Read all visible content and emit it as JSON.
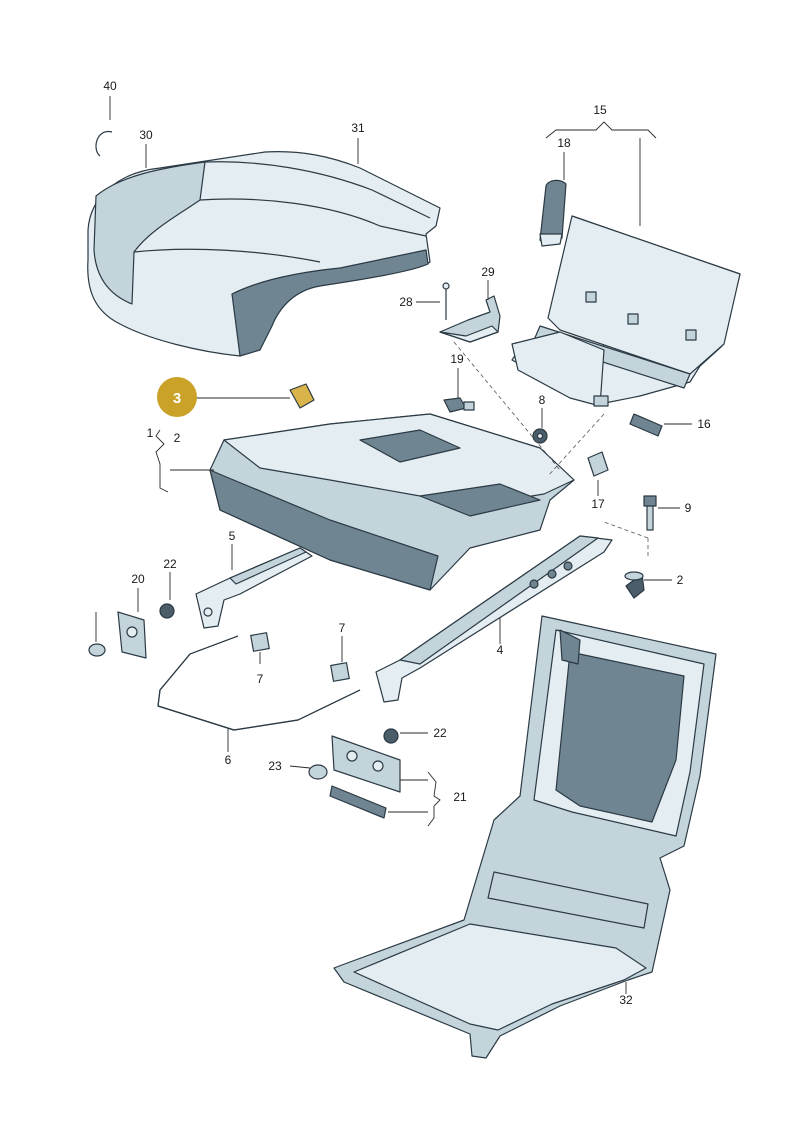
{
  "diagram": {
    "highlighted_part": "3",
    "callouts": {
      "c1": "1",
      "c2a": "2",
      "c2b": "2",
      "c3": "3",
      "c4": "4",
      "c5": "5",
      "c6": "6",
      "c7a": "7",
      "c7b": "7",
      "c8": "8",
      "c9": "9",
      "c15": "15",
      "c16": "16",
      "c17": "17",
      "c18": "18",
      "c19": "19",
      "c20": "20",
      "c21": "21",
      "c22a": "22",
      "c22b": "22",
      "c23": "23",
      "c28": "28",
      "c29": "29",
      "c30": "30",
      "c31": "31",
      "c32": "32",
      "c40": "40"
    },
    "colors": {
      "highlight": "#c9a227",
      "part_fill_light": "#e4edf1",
      "part_fill_mid": "#c4d4db",
      "part_fill_dark": "#6f8591",
      "outline": "#2b3a44"
    }
  }
}
